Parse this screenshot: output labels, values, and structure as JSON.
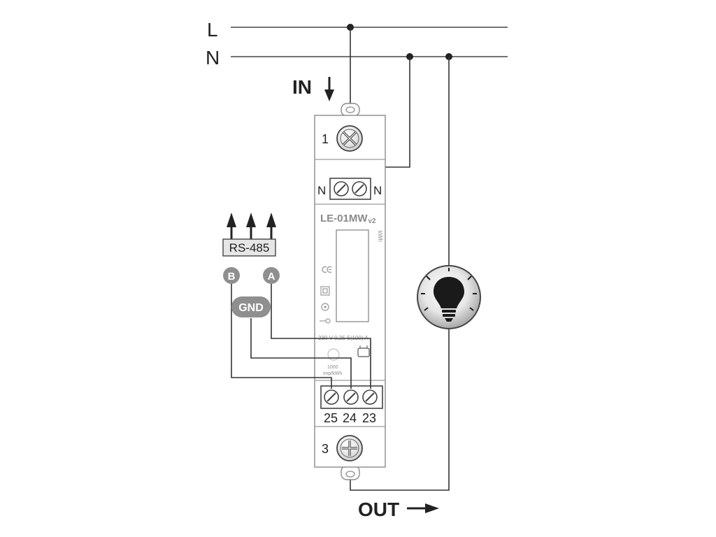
{
  "bus": {
    "line": "L",
    "neutral": "N"
  },
  "flow": {
    "in": "IN",
    "out": "OUT"
  },
  "device": {
    "model": "LE-01MW",
    "model_suffix": "v2",
    "unit": "kWh",
    "rating": "230 V  0,25-5(100) A",
    "impulse_line1": "1000",
    "impulse_line2": "imp/kWh"
  },
  "terminals": {
    "t1": "1",
    "t3": "3",
    "n_left": "N",
    "n_right": "N",
    "t25": "25",
    "t24": "24",
    "t23": "23"
  },
  "rs485": {
    "label": "RS-485",
    "b": "B",
    "a": "A",
    "gnd": "GND"
  },
  "load": {
    "icon": "light-bulb-icon"
  },
  "colors": {
    "wire": "#333333",
    "outline": "#8a8a8a",
    "badge": "#8f8f8f",
    "bulb": "#1a1a1a"
  }
}
